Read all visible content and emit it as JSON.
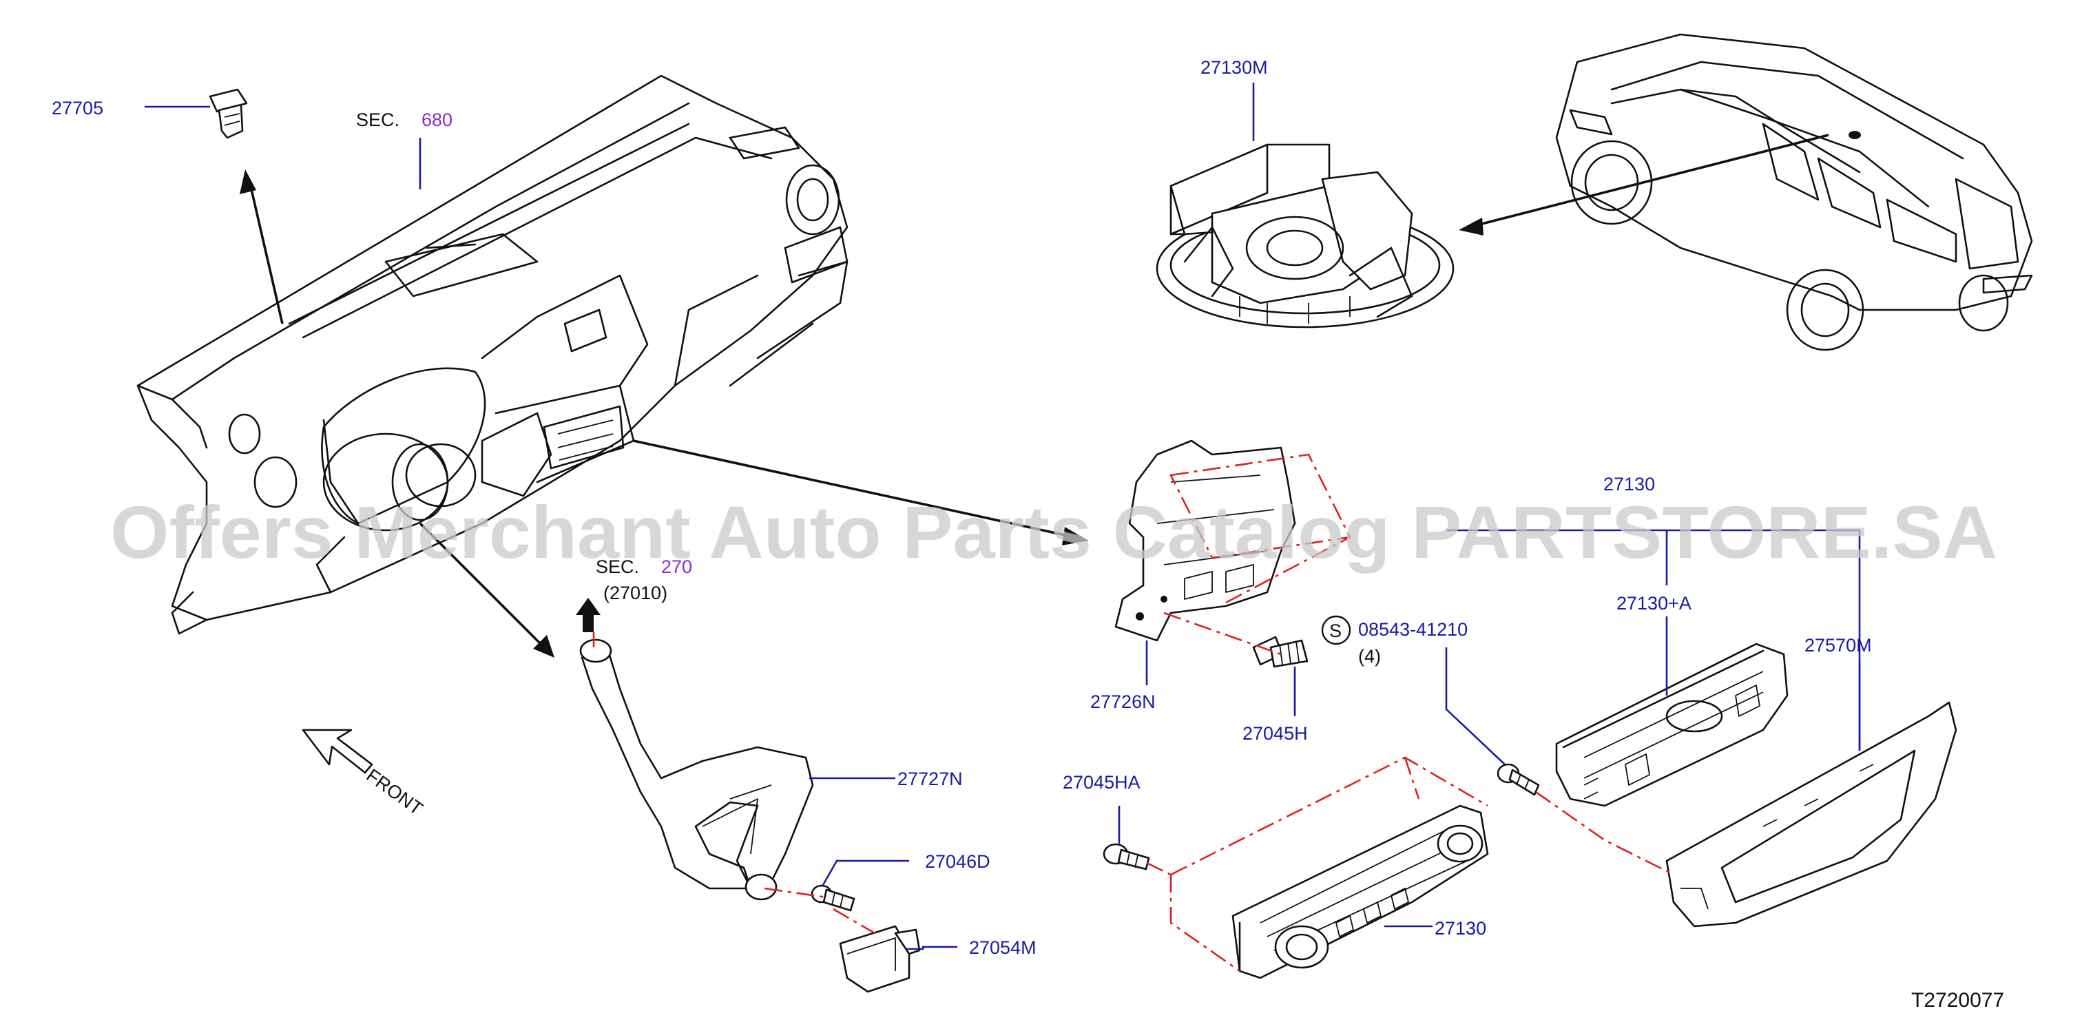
{
  "diagram": {
    "watermark": "Offers Merchant Auto Parts Catalog PARTSTORE.SA",
    "diagram_code": "T2720077",
    "front_label": "FRONT",
    "labels": {
      "p27705": "27705",
      "p27130M": "27130M",
      "p27130_group": "27130",
      "p27130A": "27130+A",
      "p27570M": "27570M",
      "p27726N": "27726N",
      "p27045H": "27045H",
      "p08543": "08543-41210",
      "p08543_qty": "(4)",
      "s_mark": "S",
      "p27045HA": "27045HA",
      "p27727N": "27727N",
      "p27046D": "27046D",
      "p27054M": "27054M",
      "p27130_unit": "27130"
    },
    "sections": {
      "sec680_prefix": "SEC.",
      "sec680_num": "680",
      "sec270_prefix": "SEC.",
      "sec270_num": "270",
      "sec270_sub": "(27010)"
    }
  }
}
